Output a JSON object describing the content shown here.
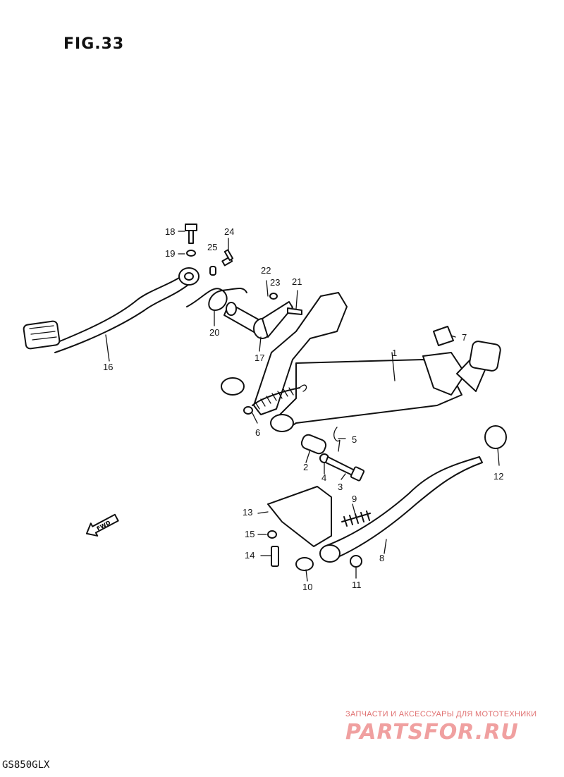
{
  "figure": {
    "title": "FIG.33",
    "model": "GS850GLX"
  },
  "watermark": {
    "tagline": "ЗАПЧАСТИ И АКСЕССУАРЫ ДЛЯ МОТОТЕХНИКИ",
    "logo_text": "PARTSFOR.RU"
  },
  "callouts": [
    {
      "n": "1"
    },
    {
      "n": "2"
    },
    {
      "n": "3"
    },
    {
      "n": "4"
    },
    {
      "n": "5"
    },
    {
      "n": "6"
    },
    {
      "n": "7"
    },
    {
      "n": "8"
    },
    {
      "n": "9"
    },
    {
      "n": "10"
    },
    {
      "n": "11"
    },
    {
      "n": "12"
    },
    {
      "n": "13"
    },
    {
      "n": "14"
    },
    {
      "n": "15"
    },
    {
      "n": "16"
    },
    {
      "n": "17"
    },
    {
      "n": "18"
    },
    {
      "n": "19"
    },
    {
      "n": "20"
    },
    {
      "n": "21"
    },
    {
      "n": "22"
    },
    {
      "n": "23"
    },
    {
      "n": "24"
    },
    {
      "n": "25"
    }
  ],
  "direction_marker": {
    "label": "FWD"
  }
}
